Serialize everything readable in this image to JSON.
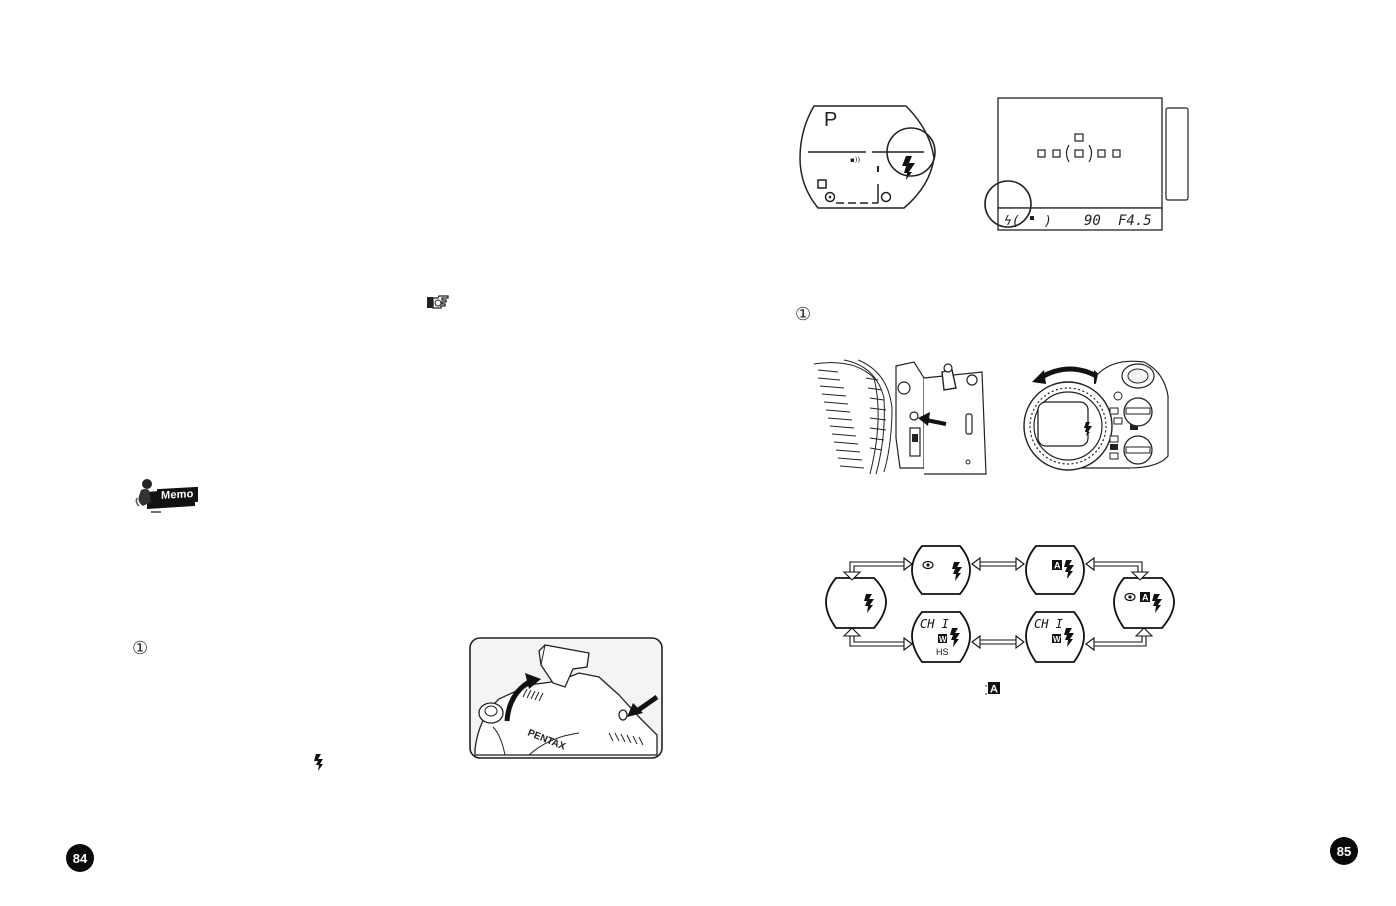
{
  "left_page": {
    "page_number": "84",
    "reference_icon": "pointing-hand-reference",
    "memo_label": "Memo",
    "step_marker": "①",
    "inline_flash_symbol": "ϟ",
    "figure_popup_flash": {
      "brand_label": "PENTAX",
      "description": "Camera top view with pop-up flash raised; arrow indicating flash button"
    }
  },
  "right_page": {
    "page_number": "85",
    "step_marker": "①",
    "lcd_panel": {
      "mode_letter": "P",
      "flash_symbol": "ϟ"
    },
    "viewfinder": {
      "status_bar": {
        "flash_indicator": "ϟ(",
        "bracket_close": ")",
        "shutter_speed": "90",
        "aperture": "F4.5"
      }
    },
    "figure_flash_mode_dial": {
      "description": "Mode dial with flash mode shown in window"
    },
    "flash_mode_cycle": [
      {
        "id": "flash-on",
        "top_text": "",
        "symbols": [
          "flash"
        ],
        "sub_text": ""
      },
      {
        "id": "flash-on-red-eye",
        "top_text": "",
        "symbols": [
          "eye",
          "flash"
        ],
        "sub_text": ""
      },
      {
        "id": "auto-flash",
        "top_text": "",
        "symbols": [
          "A-box",
          "flash"
        ],
        "sub_text": ""
      },
      {
        "id": "auto-flash-red-eye",
        "top_text": "",
        "symbols": [
          "eye",
          "A-box",
          "flash"
        ],
        "sub_text": ""
      },
      {
        "id": "wireless",
        "top_text": "CH1",
        "symbols": [
          "W-box",
          "flash"
        ],
        "sub_text": ""
      },
      {
        "id": "wireless-high-speed",
        "top_text": "CH1",
        "symbols": [
          "W-box",
          "flash"
        ],
        "sub_text": "HS"
      }
    ],
    "inline_auto_symbol": "A"
  }
}
